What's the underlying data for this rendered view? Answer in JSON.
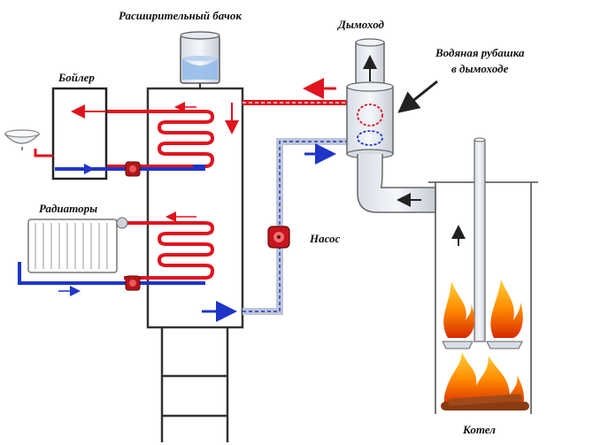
{
  "labels": {
    "expansion_tank": "Расширительный бачок",
    "chimney": "Дымоход",
    "water_jacket_line1": "Водяная рубашка",
    "water_jacket_line2": "в дымоходе",
    "boiler": "Бойлер",
    "radiators": "Радиаторы",
    "pump": "Насос",
    "furnace": "Котел"
  },
  "colors": {
    "hot": "#e0141e",
    "cold": "#1f35c8",
    "outline": "#444444",
    "jacket": "#bcc6d6"
  }
}
